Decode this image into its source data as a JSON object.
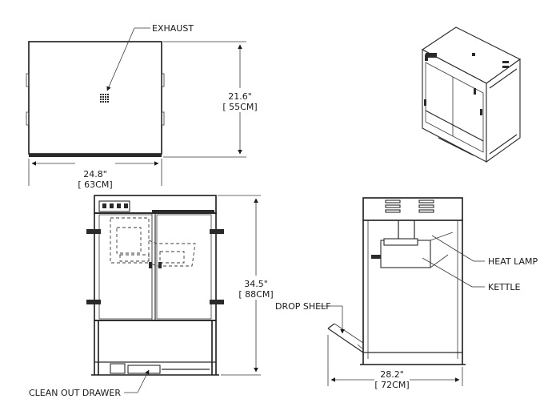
{
  "labels": {
    "exhaust": "EXHAUST",
    "heat_lamp": "HEAT LAMP",
    "kettle": "KETTLE",
    "drop_shelf": "DROP SHELF",
    "clean_out_drawer": "CLEAN OUT DRAWER"
  },
  "dimensions": {
    "depth_in": "21.6\"",
    "depth_cm": "[ 55CM]",
    "width_in": "24.8\"",
    "width_cm": "[ 63CM]",
    "height_in": "34.5\"",
    "height_cm": "[ 88CM]",
    "side_in": "28.2\"",
    "side_cm": "[ 72CM]"
  }
}
